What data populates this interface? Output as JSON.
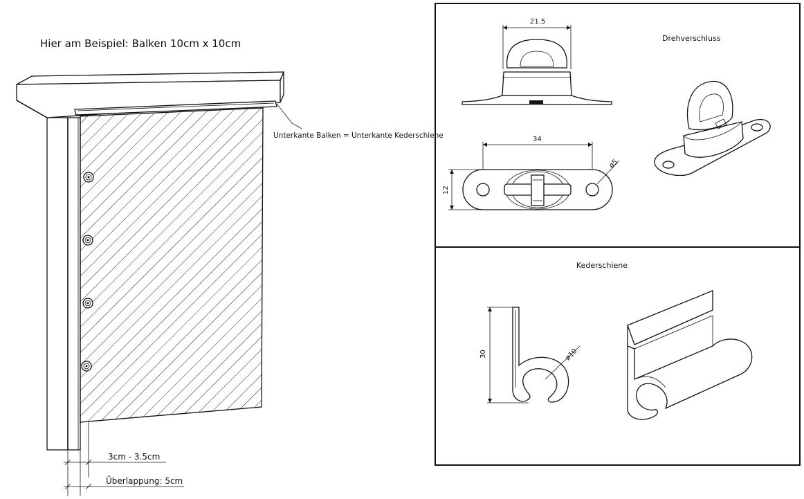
{
  "left": {
    "title": "Hier am Beispiel: Balken 10cm x 10cm",
    "callout": "Unterkante Balken = Unterkante Kederschiene",
    "dim_gap": "3cm - 3.5cm",
    "dim_overlap": "Überlappung: 5cm"
  },
  "drehverschluss": {
    "title": "Drehverschluss",
    "dim_top_width": "21.5",
    "dim_length": "34",
    "dim_height": "12",
    "dim_hole": "ø5"
  },
  "kederschiene": {
    "title": "Kederschiene",
    "dim_height": "30",
    "dim_diameter": "ø10"
  }
}
